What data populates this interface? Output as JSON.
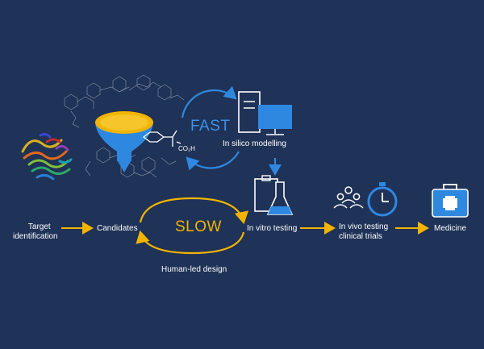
{
  "fast_label": "FAST",
  "slow_label": "SLOW",
  "nodes": {
    "target_identification": [
      "Target",
      "identification"
    ],
    "candidates": "Candidates",
    "in_silico": "In silico modelling",
    "in_vitro": "In vitro testing",
    "in_vivo": [
      "In vivo testing",
      "clinical trials"
    ],
    "medicine": "Medicine"
  },
  "human_led_design": "Human-led design",
  "chem_label": "CO₂H",
  "icons": [
    "protein-structure-icon",
    "funnel-icon",
    "computer-icon",
    "lab-flask-icon",
    "people-icon",
    "stopwatch-icon",
    "medical-kit-icon"
  ],
  "colors": {
    "background": "#1f3257",
    "blue": "#2f88e0",
    "fast_text": "#3d92e6",
    "orange": "#f2b400",
    "white": "#ffffff"
  }
}
